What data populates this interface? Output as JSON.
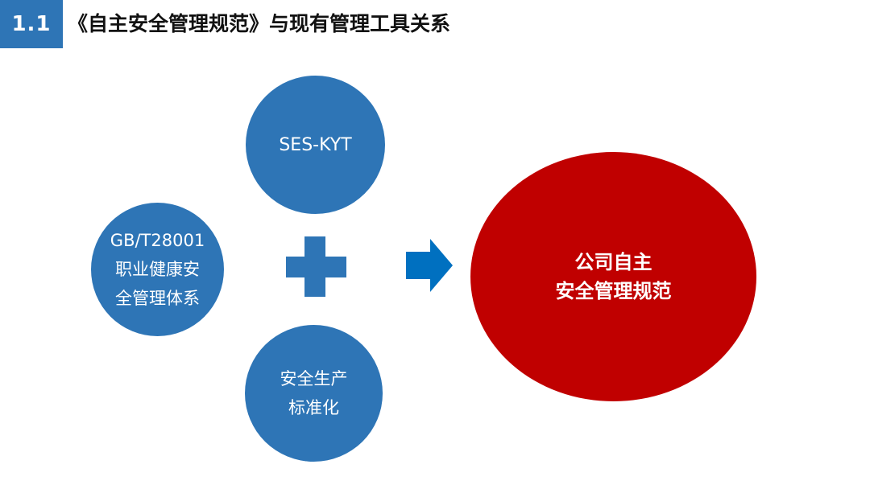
{
  "header": {
    "section_number": "1.1",
    "title": "《自主安全管理规范》与现有管理工具关系"
  },
  "diagram": {
    "top_circle": {
      "label": "SES-KYT"
    },
    "left_circle": {
      "lines": [
        "GB/T28001",
        "职业健康安",
        "全管理体系"
      ]
    },
    "bottom_circle": {
      "lines": [
        "安全生产",
        "标准化"
      ]
    },
    "result_circle": {
      "lines": [
        "公司自主",
        "安全管理规范"
      ]
    },
    "plus_icon": "plus-icon",
    "arrow_icon": "arrow-right-icon"
  },
  "colors": {
    "accent_blue": "#2e75b6",
    "arrow_blue": "#0070c0",
    "result_red": "#c00000",
    "title_text": "#111111"
  }
}
